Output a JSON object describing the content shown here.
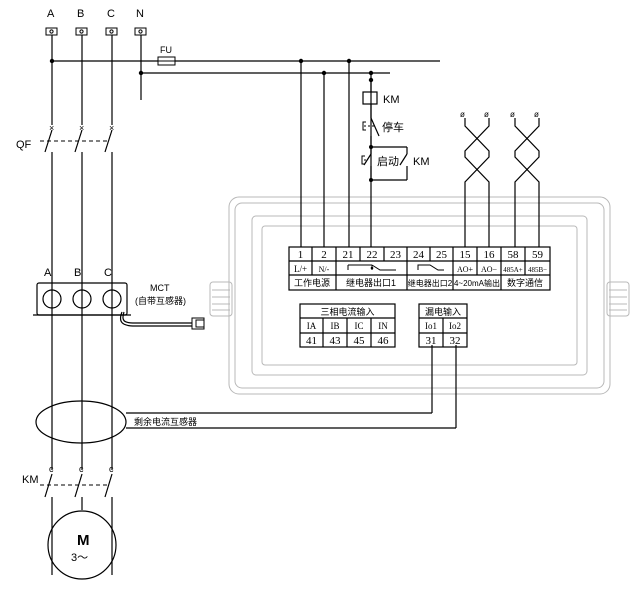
{
  "phases": {
    "a": "A",
    "b": "B",
    "c": "C",
    "n": "N"
  },
  "fuse_label": "FU",
  "breaker_label": "QF",
  "contactor_label": "KM",
  "coil_label": "KM",
  "stop_label": "停车",
  "start_label": "启动",
  "start_km_label": "KM",
  "mct": {
    "title": "MCT",
    "subtitle": "(自带互感器)",
    "phase_a": "A",
    "phase_b": "B",
    "phase_c": "C"
  },
  "residual_ct_label": "剩余电流互感器",
  "motor": {
    "symbol": "M",
    "phase": "3～"
  },
  "terminals": {
    "numbers": [
      "1",
      "2",
      "21",
      "22",
      "23",
      "24",
      "25",
      "15",
      "16",
      "58",
      "59"
    ],
    "signals": [
      "L/+",
      "N/-",
      "",
      "",
      "",
      "",
      "",
      "AO+",
      "AO−",
      "485A+",
      "485B−"
    ],
    "groups": {
      "power": "工作电源",
      "relay1": "继电器出口1",
      "relay2": "继电器出口2",
      "analog": "4~20mA输出",
      "comm": "数字通信"
    }
  },
  "current_input": {
    "title": "三相电流输入",
    "labels": [
      "IA",
      "IB",
      "IC",
      "IN"
    ],
    "numbers": [
      "41",
      "43",
      "45",
      "46"
    ]
  },
  "leakage_input": {
    "title": "漏电输入",
    "labels": [
      "Io1",
      "Io2"
    ],
    "numbers": [
      "31",
      "32"
    ]
  }
}
